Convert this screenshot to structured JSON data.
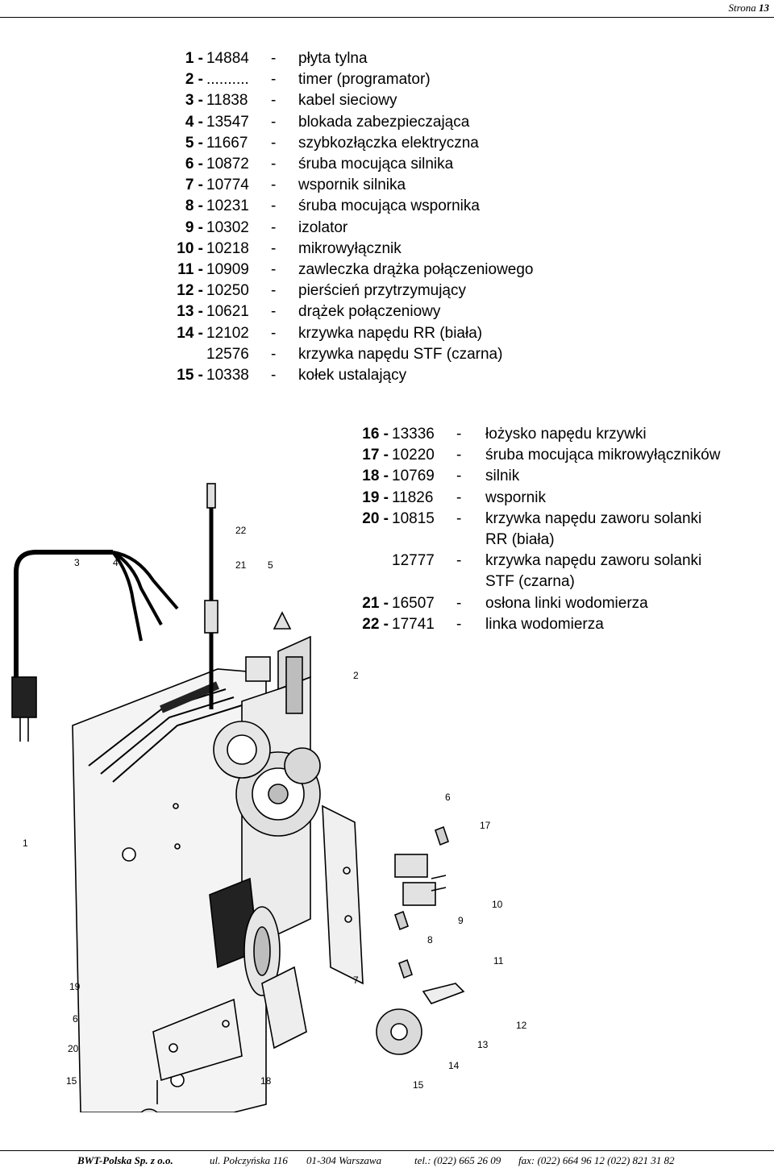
{
  "header": {
    "page_label": "Strona",
    "page_number": "13"
  },
  "parts_list_a": [
    {
      "num": "1 -",
      "code": "14884",
      "dash": "-",
      "desc": "płyta tylna"
    },
    {
      "num": "2 -",
      "code": "..........",
      "dash": "-",
      "desc": "timer (programator)"
    },
    {
      "num": "3 -",
      "code": "11838",
      "dash": "-",
      "desc": "kabel sieciowy"
    },
    {
      "num": "4 -",
      "code": "13547",
      "dash": "-",
      "desc": "blokada zabezpieczająca"
    },
    {
      "num": "5 -",
      "code": "11667",
      "dash": "-",
      "desc": "szybkozłączka elektryczna"
    },
    {
      "num": "6 -",
      "code": "10872",
      "dash": "-",
      "desc": "śruba mocująca silnika"
    },
    {
      "num": "7 -",
      "code": "10774",
      "dash": "-",
      "desc": "wspornik silnika"
    },
    {
      "num": "8 -",
      "code": "10231",
      "dash": "-",
      "desc": "śruba mocująca wspornika"
    },
    {
      "num": "9 -",
      "code": "10302",
      "dash": "-",
      "desc": "izolator"
    },
    {
      "num": "10 -",
      "code": "10218",
      "dash": "-",
      "desc": "mikrowyłącznik"
    },
    {
      "num": "11 -",
      "code": "10909",
      "dash": "-",
      "desc": "zawleczka drążka połączeniowego"
    },
    {
      "num": "12 -",
      "code": "10250",
      "dash": "-",
      "desc": "pierścień przytrzymujący"
    },
    {
      "num": "13 -",
      "code": "10621",
      "dash": "-",
      "desc": "drążek połączeniowy"
    },
    {
      "num": "14 -",
      "code": "12102",
      "dash": "-",
      "desc": "krzywka napędu RR (biała)"
    },
    {
      "num": "",
      "code": "12576",
      "dash": "-",
      "desc": "krzywka napędu STF (czarna)"
    },
    {
      "num": "15 -",
      "code": "10338",
      "dash": "-",
      "desc": "kołek ustalający"
    }
  ],
  "parts_list_b": [
    {
      "num": "16 -",
      "code": "13336",
      "dash": "-",
      "desc": "łożysko napędu krzywki"
    },
    {
      "num": "17 -",
      "code": "10220",
      "dash": "-",
      "desc": "śruba mocująca mikrowyłączników"
    },
    {
      "num": "18 -",
      "code": "10769",
      "dash": "-",
      "desc": "silnik"
    },
    {
      "num": "19 -",
      "code": "11826",
      "dash": "-",
      "desc": "wspornik"
    },
    {
      "num": "20 -",
      "code": "10815",
      "dash": "-",
      "desc": "krzywka napędu zaworu solanki"
    },
    {
      "num": "",
      "code": "",
      "dash": "",
      "desc": "RR (biała)"
    },
    {
      "num": "",
      "code": "12777",
      "dash": "-",
      "desc": "krzywka napędu zaworu solanki"
    },
    {
      "num": "",
      "code": "",
      "dash": "",
      "desc": " STF (czarna)"
    },
    {
      "num": "21 -",
      "code": "16507",
      "dash": "-",
      "desc": "osłona linki wodomierza"
    },
    {
      "num": "22 -",
      "code": "17741",
      "dash": "-",
      "desc": "linka wodomierza"
    }
  ],
  "diagram": {
    "callouts": [
      "1",
      "2",
      "3",
      "4",
      "5",
      "6",
      "7",
      "8",
      "9",
      "10",
      "11",
      "12",
      "13",
      "14",
      "15",
      "17",
      "18",
      "19",
      "20",
      "21",
      "22"
    ]
  },
  "footer": {
    "company": "BWT-Polska Sp. z o.o.",
    "street": "ul. Połczyńska 116",
    "city": "01-304 Warszawa",
    "tel": "tel.: (022) 665 26 09",
    "fax": "fax: (022) 664 96 12  (022) 821 31 82"
  }
}
